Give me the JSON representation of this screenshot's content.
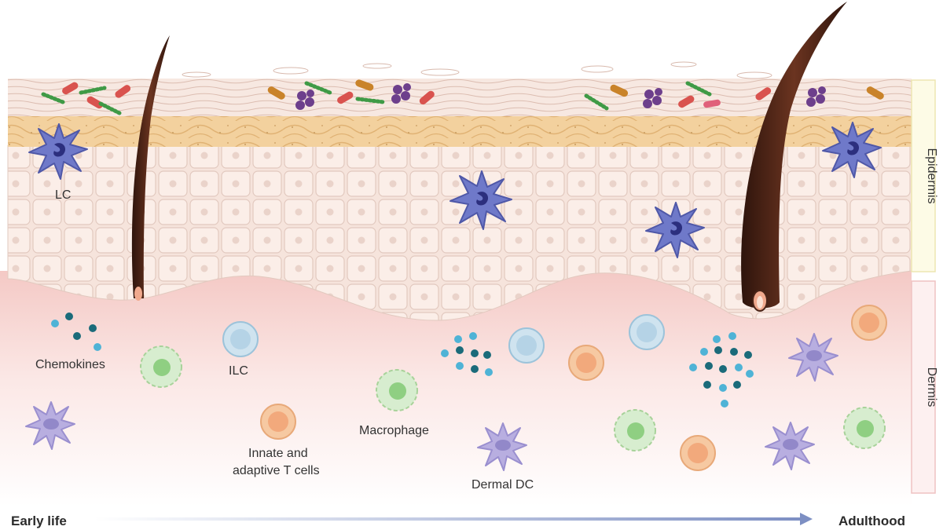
{
  "labels": {
    "lc": "LC",
    "chemokines": "Chemokines",
    "ilc": "ILC",
    "macrophage": "Macrophage",
    "t_cells_line1": "Innate and",
    "t_cells_line2": "adaptive T cells",
    "dermal_dc": "Dermal DC"
  },
  "side_labels": {
    "epidermis": "Epidermis",
    "dermis": "Dermis"
  },
  "timeline": {
    "start": "Early life",
    "end": "Adulthood"
  },
  "colors": {
    "langerhans": "#6f79c9",
    "dermal_dc": "#b8aee0",
    "ilc": "#cfe3ef",
    "macrophage": "#d7edcf",
    "t_cell": "#f6c9a2",
    "chemokine_dark": "#1b6b7a",
    "chemokine_light": "#4fb3d6",
    "hair": "#4a2518",
    "timeline_arrow": "#8193c4"
  }
}
